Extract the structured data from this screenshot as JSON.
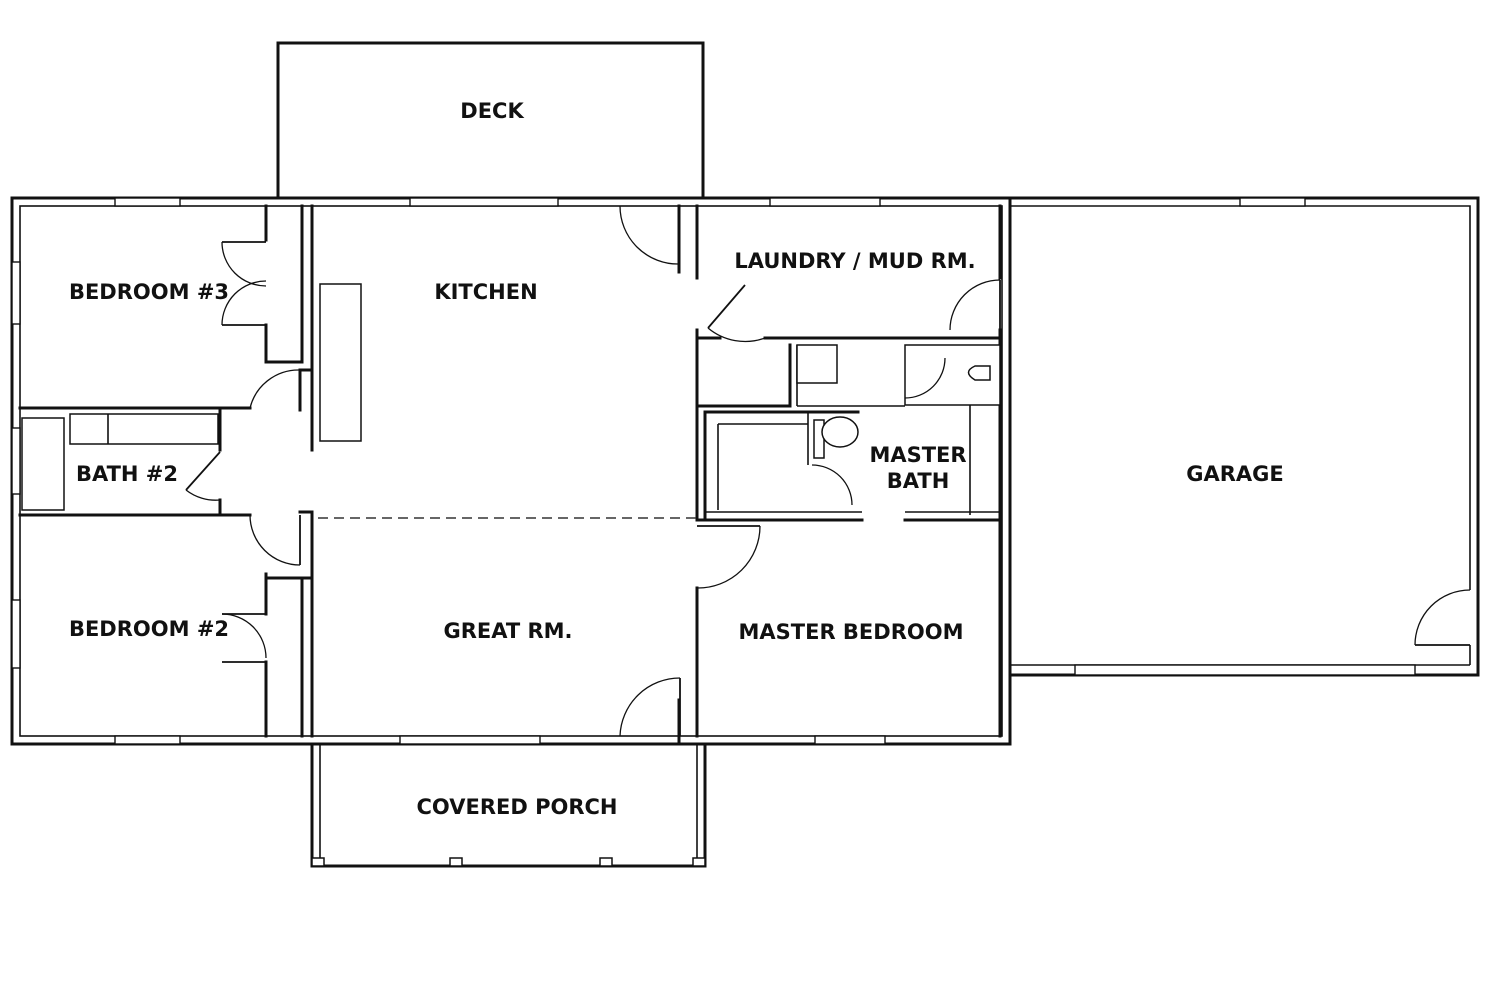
{
  "rooms": {
    "deck": "DECK",
    "kitchen": "KITCHEN",
    "bedroom3": "BEDROOM #3",
    "bath2": "BATH #2",
    "bedroom2": "BEDROOM #2",
    "great_room": "GREAT RM.",
    "covered_porch": "COVERED PORCH",
    "laundry": "LAUNDRY / MUD RM.",
    "master_bath_line1": "MASTER",
    "master_bath_line2": "BATH",
    "master_bedroom": "MASTER BEDROOM",
    "garage": "GARAGE"
  },
  "colors": {
    "line": "#111111",
    "background": "#ffffff"
  }
}
